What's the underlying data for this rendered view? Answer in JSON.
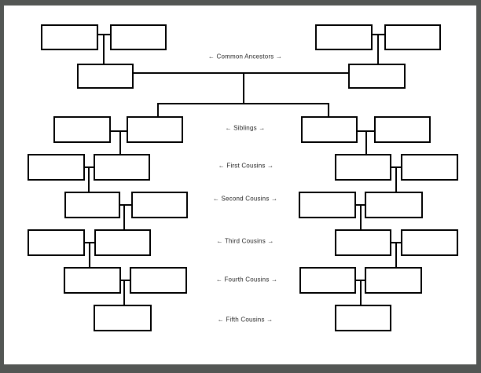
{
  "page": {
    "kind": "cousin-chart-template",
    "frame_color": "#535654",
    "page_color": "#ffffff",
    "line_color": "#000000"
  },
  "labels": [
    {
      "id": "common-ancestors",
      "text": "← Common Ancestors →"
    },
    {
      "id": "siblings",
      "text": "← Siblings →"
    },
    {
      "id": "first-cousins",
      "text": "← First Cousins →"
    },
    {
      "id": "second-cousins",
      "text": "← Second Cousins →"
    },
    {
      "id": "third-cousins",
      "text": "← Third Cousins →"
    },
    {
      "id": "fourth-cousins",
      "text": "← Fourth Cousins →"
    },
    {
      "id": "fifth-cousins",
      "text": "← Fifth Cousins →"
    }
  ]
}
